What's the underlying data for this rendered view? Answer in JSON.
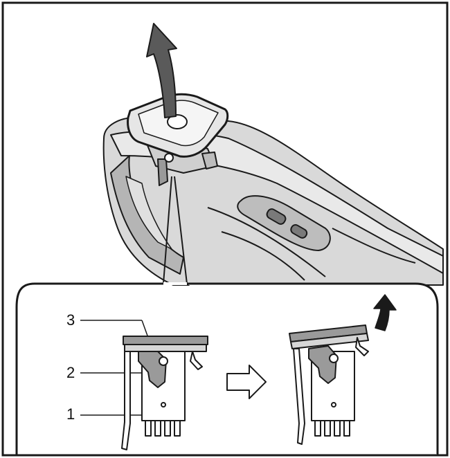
{
  "figure": {
    "callouts": [
      {
        "id": "callout-1",
        "text": "1"
      },
      {
        "id": "callout-2",
        "text": "2"
      },
      {
        "id": "callout-3",
        "text": "3"
      }
    ],
    "colors": {
      "line": "#1a1a1a",
      "mid_gray": "#9a9a9a",
      "light_gray": "#d6d6d6",
      "dark_gray": "#5a5a5a",
      "background": "#ffffff"
    },
    "icons": [
      "lift-arrow-icon",
      "transition-arrow-icon",
      "small-lift-arrow-icon"
    ]
  }
}
